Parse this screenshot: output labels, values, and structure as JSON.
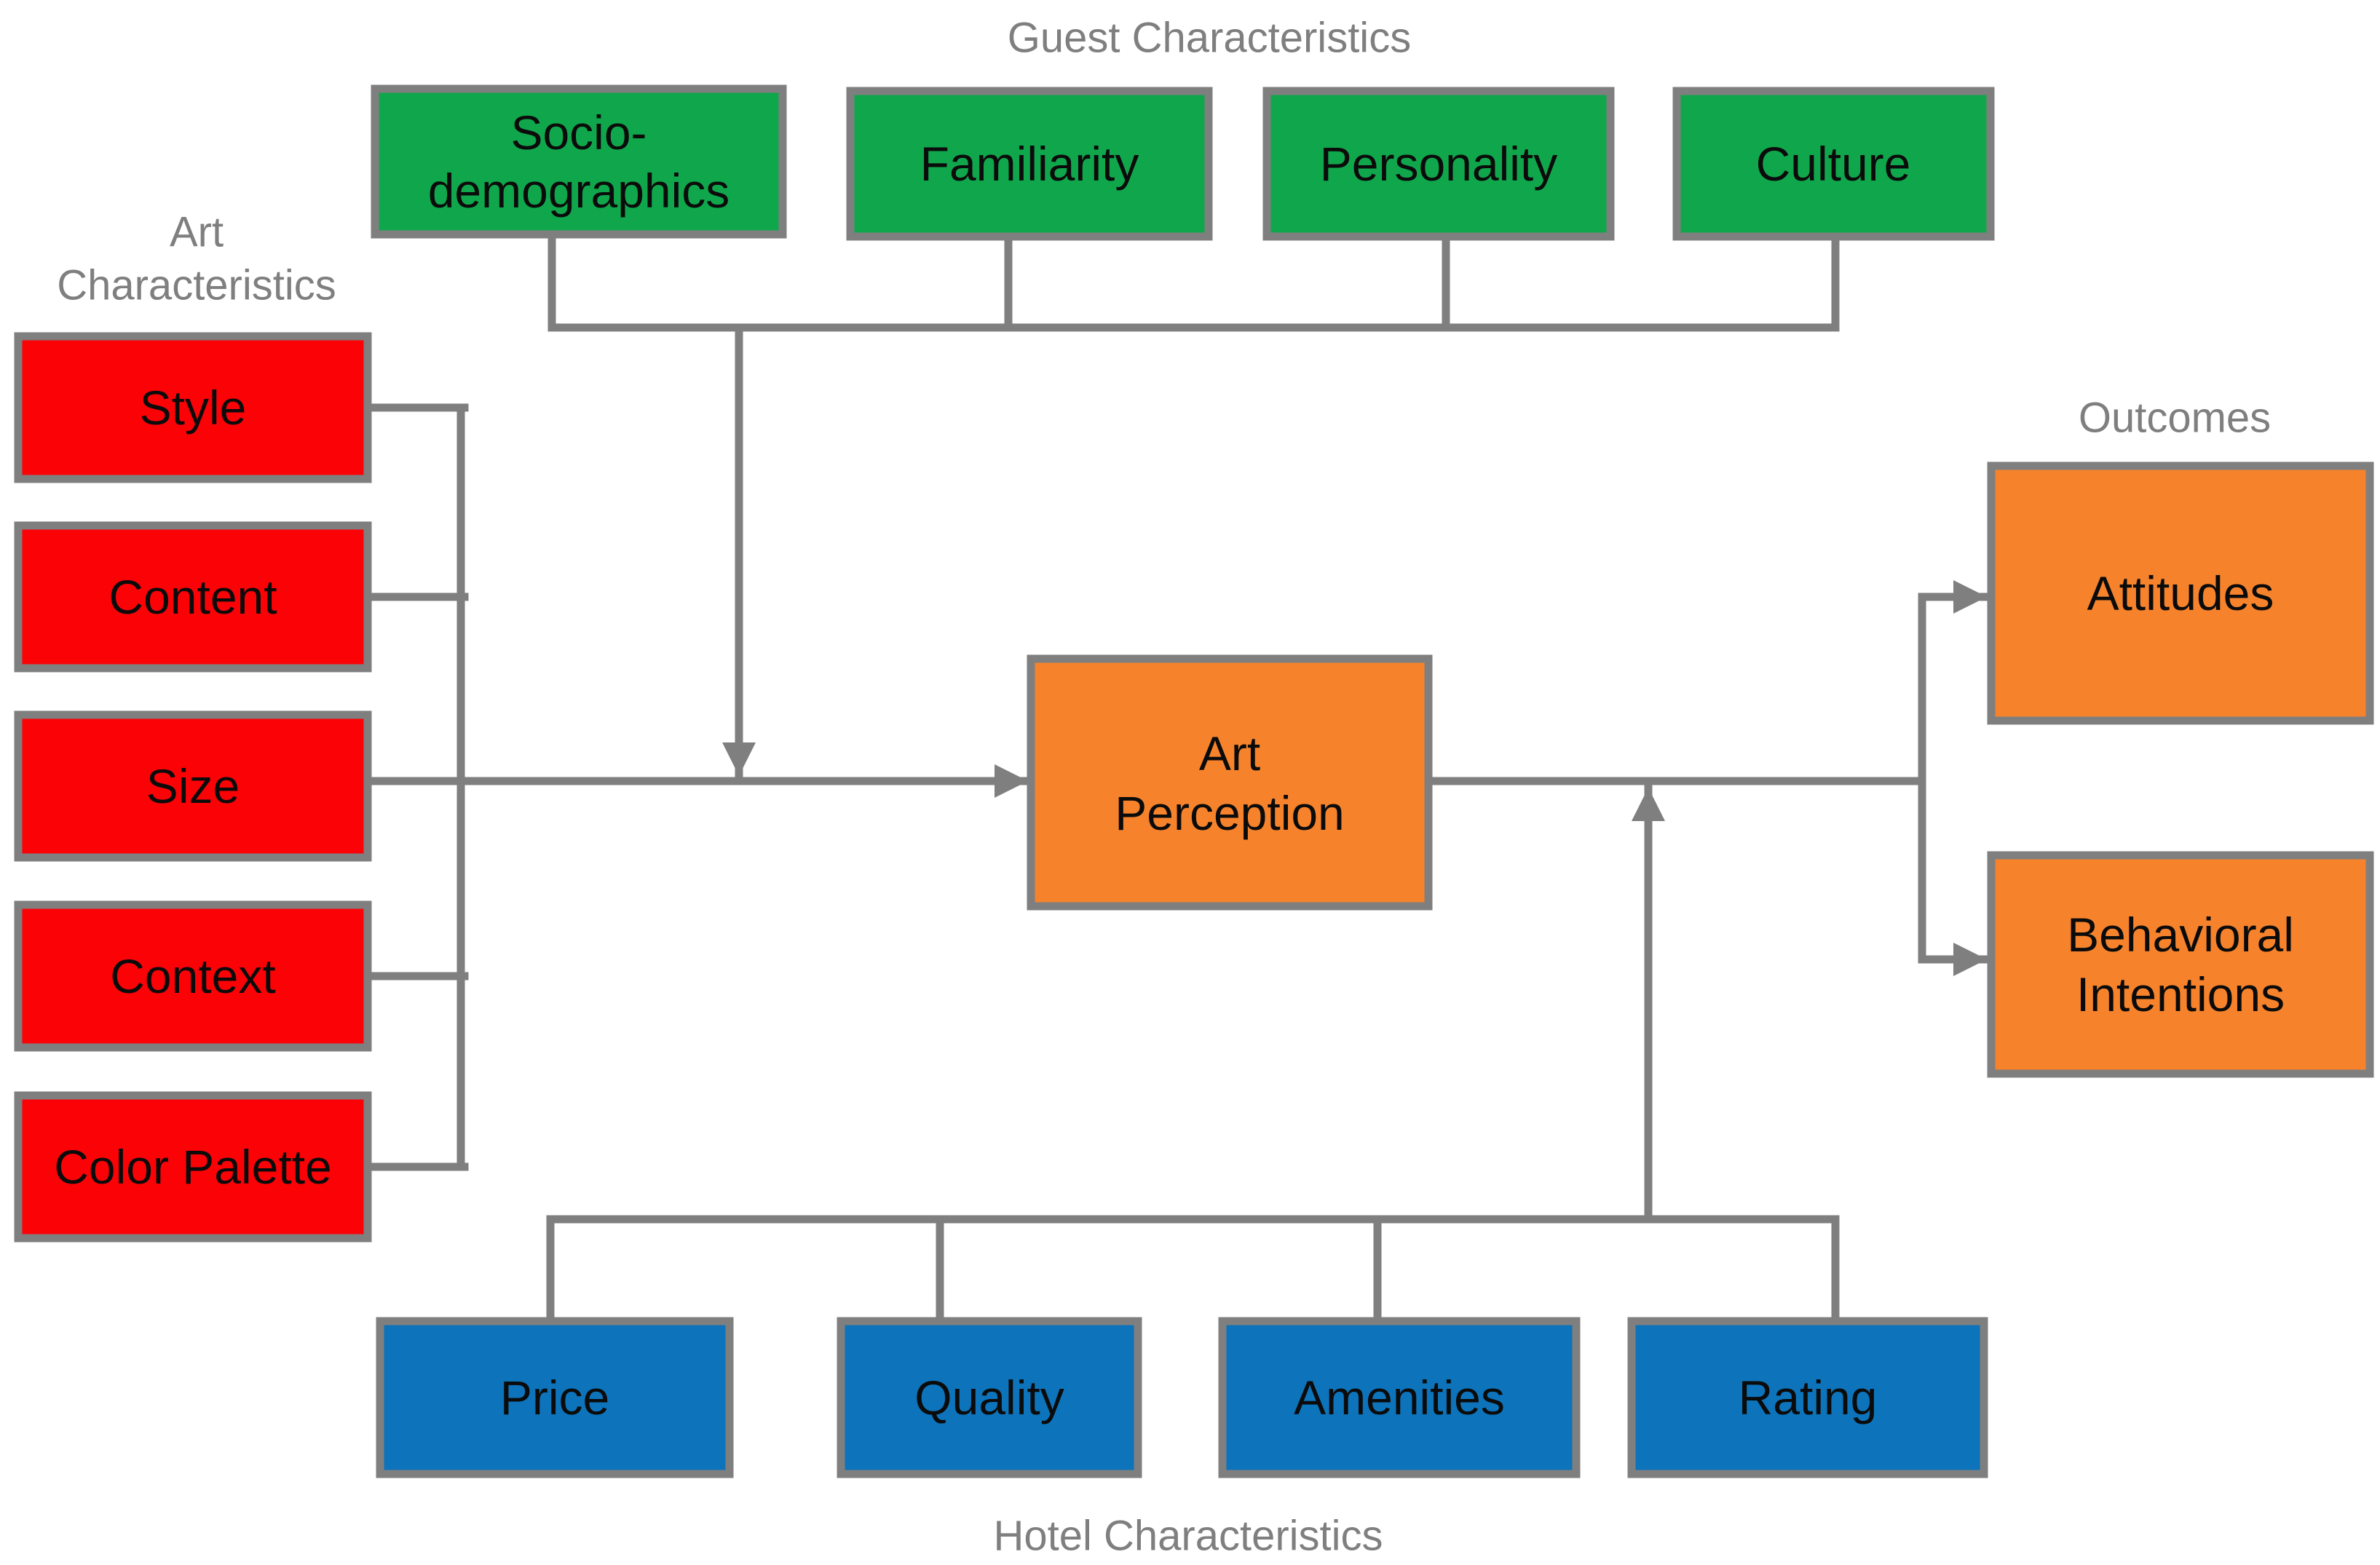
{
  "sections": {
    "guest": {
      "title": "Guest Characteristics"
    },
    "art": {
      "title_line1": "Art",
      "title_line2": "Characteristics"
    },
    "outcomes": {
      "title": "Outcomes"
    },
    "hotel": {
      "title": "Hotel Characteristics"
    }
  },
  "boxes": {
    "socio_demographics": {
      "line1": "Socio-",
      "line2": "demographics"
    },
    "familiarity": {
      "label": "Familiarity"
    },
    "personality": {
      "label": "Personality"
    },
    "culture": {
      "label": "Culture"
    },
    "style": {
      "label": "Style"
    },
    "content": {
      "label": "Content"
    },
    "size": {
      "label": "Size"
    },
    "context": {
      "label": "Context"
    },
    "color_palette": {
      "label": "Color Palette"
    },
    "art_perception": {
      "line1": "Art",
      "line2": "Perception"
    },
    "attitudes": {
      "label": "Attitudes"
    },
    "behavioral_intentions": {
      "line1": "Behavioral",
      "line2": "Intentions"
    },
    "price": {
      "label": "Price"
    },
    "quality": {
      "label": "Quality"
    },
    "amenities": {
      "label": "Amenities"
    },
    "rating": {
      "label": "Rating"
    }
  },
  "colors": {
    "guest_green": "#10A74C",
    "art_red": "#FB0207",
    "perception_orange": "#F6832C",
    "hotel_blue": "#0D73BA",
    "connector_gray": "#7F7F7F",
    "label_gray": "#7F7F7F",
    "text_black": "#0B0B0B",
    "background": "#FFFFFF"
  }
}
